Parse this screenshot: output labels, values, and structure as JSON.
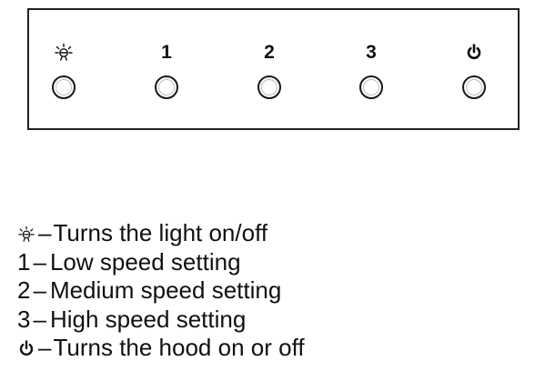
{
  "panel": {
    "controls": [
      {
        "icon": "light-icon",
        "label": ""
      },
      {
        "icon": "",
        "label": "1"
      },
      {
        "icon": "",
        "label": "2"
      },
      {
        "icon": "",
        "label": "3"
      },
      {
        "icon": "power-icon",
        "label": ""
      }
    ]
  },
  "legend": {
    "rows": [
      {
        "icon": "light-icon",
        "symbol": "",
        "dash": "–",
        "text": "Turns the light on/off"
      },
      {
        "icon": "",
        "symbol": "1",
        "dash": "–",
        "text": "Low speed setting"
      },
      {
        "icon": "",
        "symbol": "2",
        "dash": "–",
        "text": "Medium speed setting"
      },
      {
        "icon": "",
        "symbol": "3",
        "dash": "–",
        "text": "High speed setting"
      },
      {
        "icon": "power-icon",
        "symbol": "",
        "dash": "–",
        "text": "Turns the hood on or off"
      }
    ]
  }
}
